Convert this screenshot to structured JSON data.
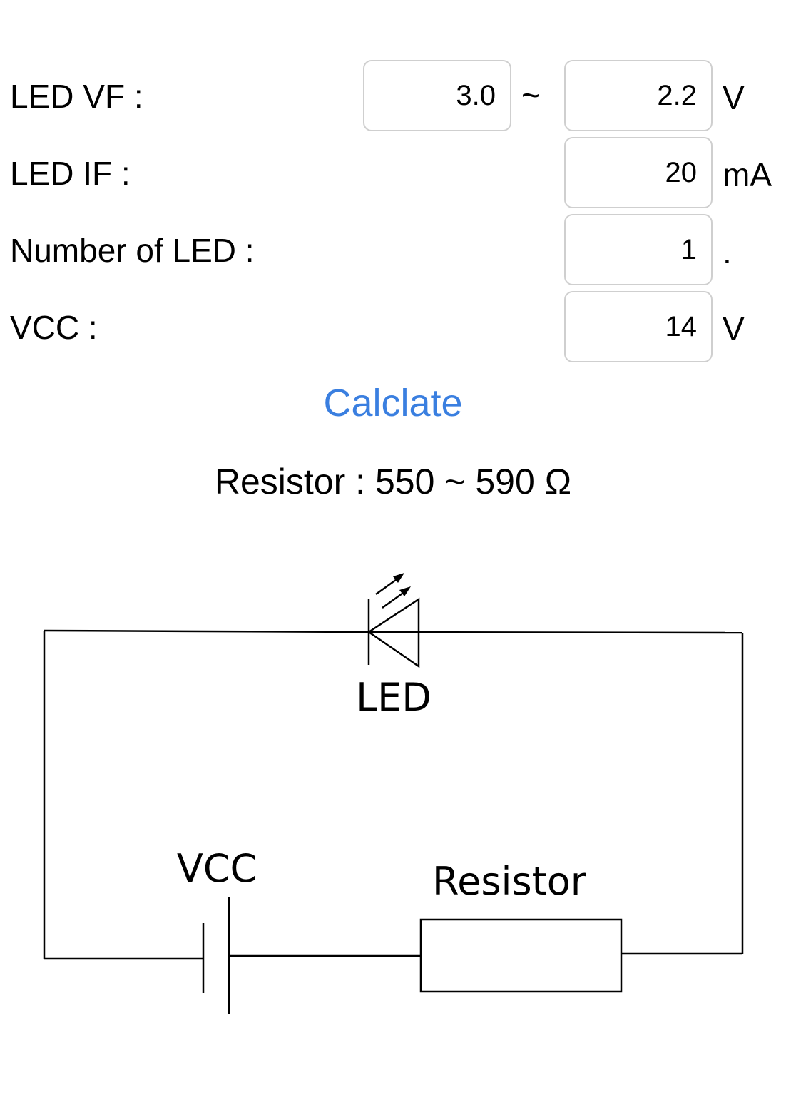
{
  "form": {
    "vf_label": "LED VF :",
    "vf_min": "3.0",
    "vf_sep": "~",
    "vf_max": "2.2",
    "vf_unit": "V",
    "if_label": "LED IF :",
    "if_value": "20",
    "if_unit": "mA",
    "count_label": "Number of LED :",
    "count_value": "1",
    "count_unit": ".",
    "vcc_label": "VCC :",
    "vcc_value": "14",
    "vcc_unit": "V"
  },
  "calculate_label": "Calclate",
  "result": {
    "label": "Resistor : ",
    "min": "550",
    "sep": " ~ ",
    "max": "590",
    "unit": " Ω"
  },
  "diagram": {
    "led_label": "LED",
    "vcc_label": "VCC",
    "resistor_label": "Resistor"
  }
}
